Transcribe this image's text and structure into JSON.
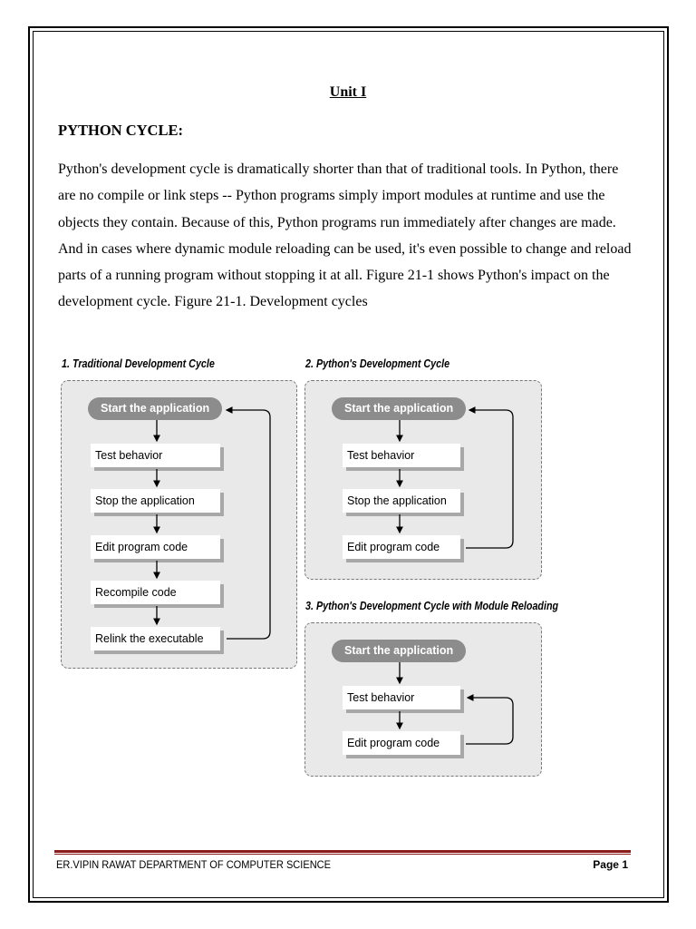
{
  "page": {
    "unit_title": "Unit I",
    "heading": "PYTHON CYCLE:",
    "paragraph": "Python's development cycle is dramatically shorter than that of traditional tools. In Python, there are no compile or link steps -- Python programs simply import modules at runtime and use the objects they contain. Because of this, Python programs run immediately after changes are made. And in cases where dynamic module reloading can be used, it's even possible to change and reload parts of a running program without stopping it at all. Figure 21-1 shows Python's impact on the development cycle. Figure 21-1. Development cycles"
  },
  "diagram": {
    "traditional": {
      "title": "1. Traditional Development Cycle",
      "start": "Start the application",
      "steps": [
        "Test behavior",
        "Stop the application",
        "Edit program code",
        "Recompile code",
        "Relink the executable"
      ]
    },
    "python": {
      "title": "2. Python's Development Cycle",
      "start": "Start the application",
      "steps": [
        "Test behavior",
        "Stop the application",
        "Edit program code"
      ]
    },
    "reloading": {
      "title": "3. Python's Development Cycle with Module Reloading",
      "start": "Start the application",
      "steps": [
        "Test behavior",
        "Edit program code"
      ]
    }
  },
  "footer": {
    "left": "ER.VIPIN RAWAT DEPARTMENT OF COMPUTER SCIENCE",
    "right": "Page 1"
  }
}
